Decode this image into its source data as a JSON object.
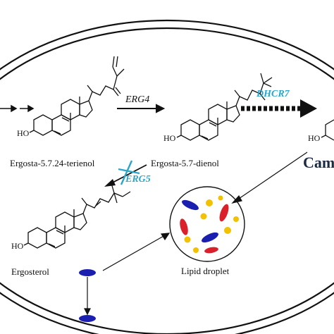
{
  "labels": {
    "ergosta_trienol": "Ergosta-5.7.24-terienol",
    "ergosta_dienol": "Ergosta-5.7-dienol",
    "ergosterol": "Ergosterol",
    "lipid_droplet": "Lipid droplet",
    "product": "Cam",
    "ho": "HO"
  },
  "enzymes": {
    "erg4": "ERG4",
    "dhcr7": "DHCR7",
    "erg5": "ERG5"
  },
  "colors": {
    "cell_outline": "#111111",
    "dhcr7": "#2aa6c9",
    "erg5": "#2aa6c9",
    "blue_droplet": "#1b1fb0",
    "yellow_droplet": "#f2c100",
    "red_droplet": "#d9202b",
    "product_text": "#1d2a44"
  }
}
